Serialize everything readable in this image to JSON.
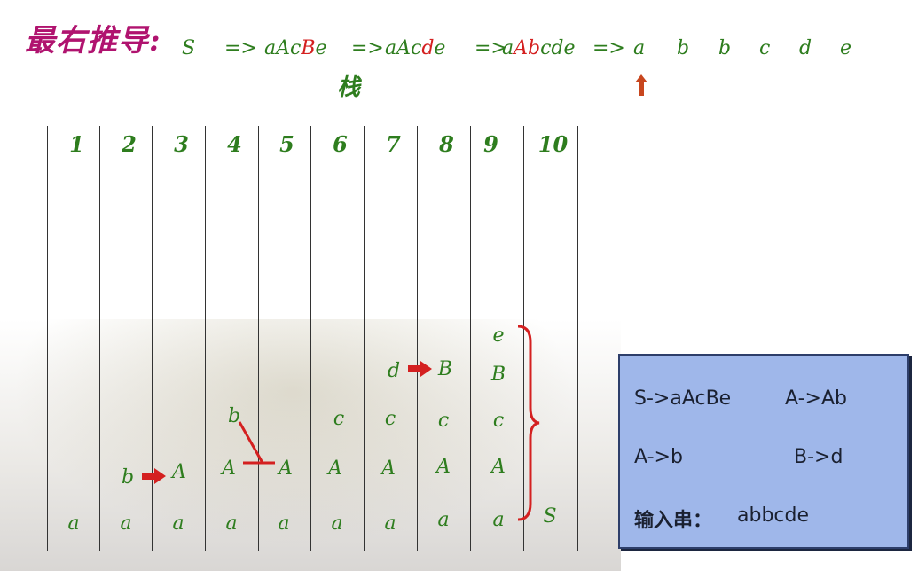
{
  "title": "最右推导:",
  "derivation": [
    {
      "parts": [
        {
          "t": "S",
          "c": "green"
        }
      ]
    },
    {
      "arrow": "=>"
    },
    {
      "parts": [
        {
          "t": "aAc",
          "c": "green"
        },
        {
          "t": "B",
          "c": "red"
        },
        {
          "t": "e",
          "c": "green"
        }
      ]
    },
    {
      "arrow": "=>"
    },
    {
      "parts": [
        {
          "t": "aAc",
          "c": "green"
        },
        {
          "t": "d",
          "c": "red"
        },
        {
          "t": "e",
          "c": "green"
        }
      ]
    },
    {
      "arrow": "=>"
    },
    {
      "parts": [
        {
          "t": "a",
          "c": "green"
        },
        {
          "t": "Ab",
          "c": "red"
        },
        {
          "t": "cde",
          "c": "green"
        }
      ]
    },
    {
      "arrow": "=>"
    }
  ],
  "input_symbols": [
    "a",
    "b",
    "b",
    "c",
    "d",
    "e"
  ],
  "stack_label": "栈",
  "columns": [
    "1",
    "2",
    "3",
    "4",
    "5",
    "6",
    "7",
    "8",
    "9",
    "10"
  ],
  "stack_columns": [
    [
      "a"
    ],
    [
      "a",
      "b"
    ],
    [
      "a",
      "A"
    ],
    [
      "a",
      "A",
      "b"
    ],
    [
      "a",
      "A"
    ],
    [
      "a",
      "A",
      "c"
    ],
    [
      "a",
      "A",
      "c",
      "d"
    ],
    [
      "a",
      "A",
      "c",
      "B"
    ],
    [
      "a",
      "A",
      "c",
      "B",
      "e"
    ],
    [
      "S"
    ]
  ],
  "grammar": {
    "rule1": "S->aAcBe",
    "rule2": "A->Ab",
    "rule3": "A->b",
    "rule4": "B->d",
    "input_label": "输入串：",
    "input_value": "abbcde"
  },
  "colors": {
    "accent_red": "#d42020",
    "symbol_green": "#2e7d1e",
    "title_magenta": "#b0136f",
    "box_blue": "#9fb7ea"
  }
}
